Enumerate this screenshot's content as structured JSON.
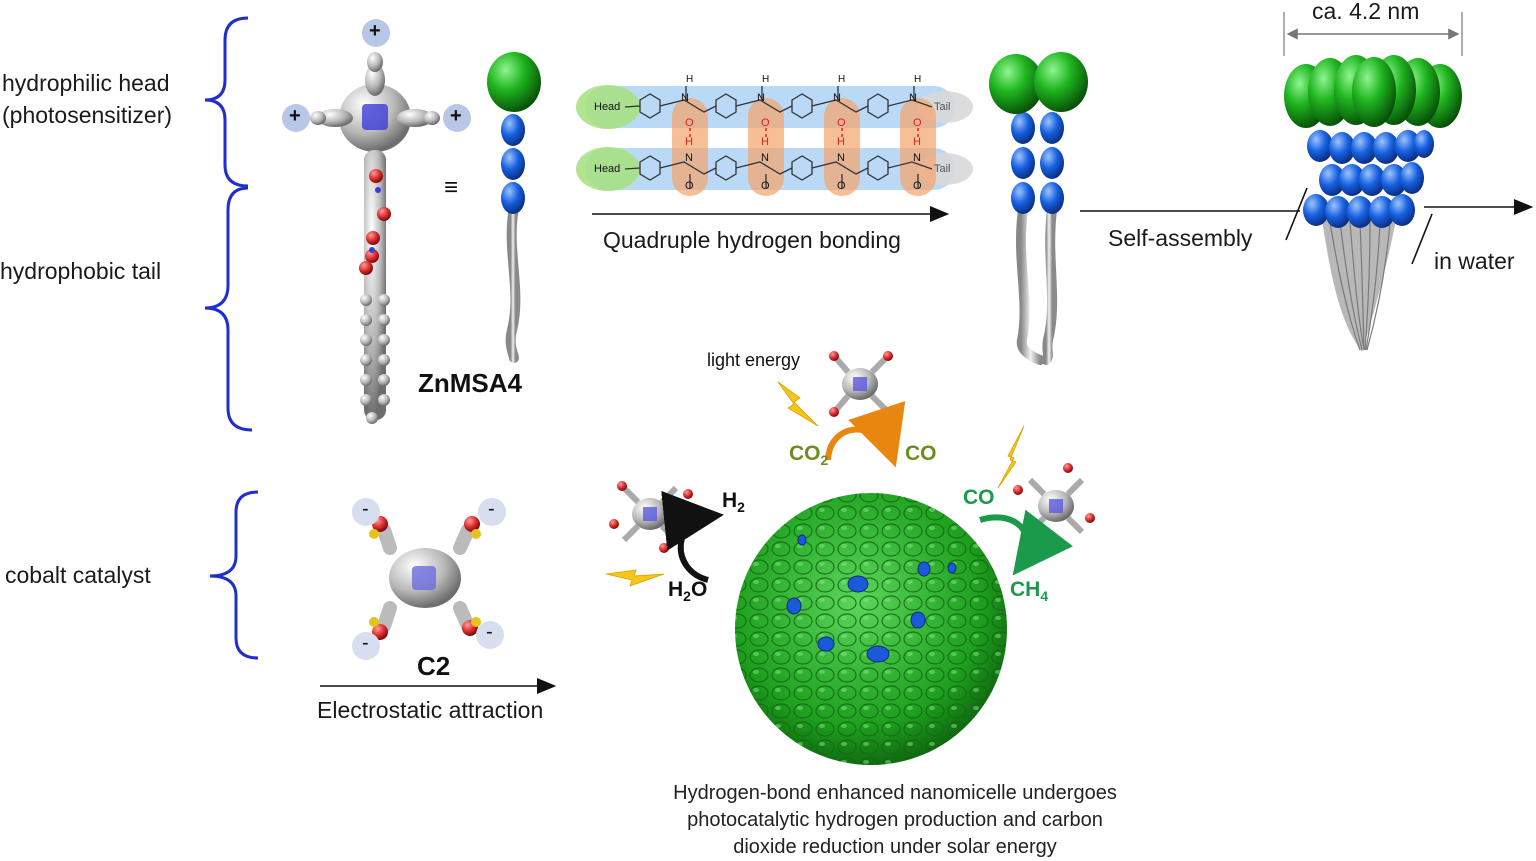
{
  "labels": {
    "hydrophilic_head_1": "hydrophilic head",
    "hydrophilic_head_2": "(photosensitizer)",
    "hydrophobic_tail": "hydrophobic tail",
    "cobalt_catalyst": "cobalt catalyst",
    "znmsa4": "ZnMSA4",
    "c2": "C2",
    "equiv": "≡",
    "quadruple": "Quadruple hydrogen bonding",
    "self_assembly": "Self-assembly",
    "in_water": "in water",
    "size": "ca. 4.2 nm",
    "electrostatic": "Electrostatic attraction",
    "light_energy": "light energy",
    "head": "Head",
    "tail": "Tail",
    "atom_h": "H",
    "atom_n": "N",
    "atom_o": "O",
    "plus": "+",
    "minus": "-"
  },
  "reactions": {
    "co2": "CO",
    "co2_sub": "2",
    "co_product": "CO",
    "h2": "H",
    "h2_sub": "2",
    "h2o": "H",
    "h2o_sub": "2",
    "h2o_o": "O",
    "co_reactant": "CO",
    "ch4": "CH",
    "ch4_sub": "4"
  },
  "caption": {
    "line1": "Hydrogen-bond enhanced nanomicelle undergoes",
    "line2": "photocatalytic hydrogen production and carbon",
    "line3": "dioxide reduction under solar energy"
  },
  "colors": {
    "brace": "#1f2ecc",
    "green": "#1e9e1e",
    "blue": "#1a5ad8",
    "olive": "#6b8e23",
    "orange": "#e8860f",
    "teal_green": "#1a9a4a",
    "bolt": "#f5c518",
    "charge_bg": "#b9c7e6"
  },
  "icons": [
    "lightning-bolt-icon",
    "curved-arrow-icon",
    "arrow-right-icon",
    "brace-icon"
  ]
}
